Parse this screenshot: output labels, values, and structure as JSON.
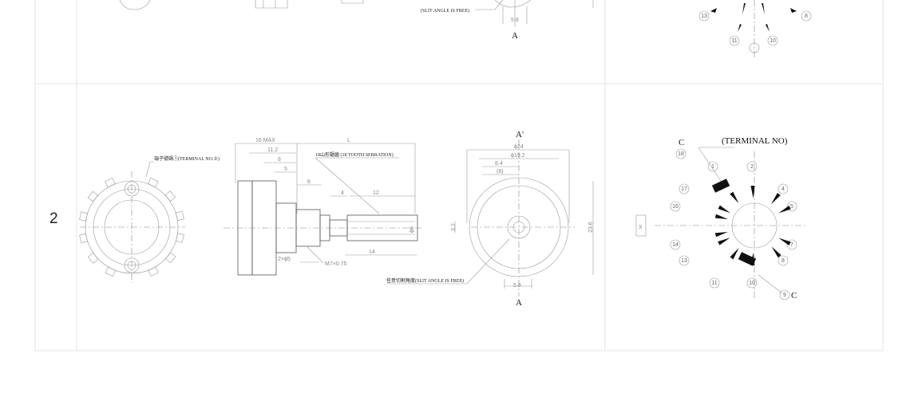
{
  "table": {
    "row_number": "2"
  },
  "top_row": {
    "slit_label": "(SLIT ANGLE IS FREE)",
    "dim_58": "5.8",
    "section_a": "A",
    "terminals": [
      "13",
      "8",
      "11",
      "10"
    ]
  },
  "side_view": {
    "terminal_label": "端子號碼①(TERMINAL NO.①)",
    "serration_label": "18山形鋸齒 (18 TOOTH SERRATION)",
    "dims": {
      "max16": "16 MAX",
      "L": "L",
      "d112": "11.2",
      "d8": "8",
      "d5": "5",
      "d6": "6",
      "d4": "4",
      "d12": "12",
      "d14": "14",
      "d2x": "2×ϕ5",
      "thread": "M7×0.75",
      "shaft": "ϕ6"
    }
  },
  "front_view": {
    "section_top": "A'",
    "section_bottom": "A",
    "slit_label": "任意切割角度(SLIT ANGLE IS FREE)",
    "dims": {
      "d24": "ϕ24",
      "d192": "ϕ19.2",
      "d84": "8.4",
      "d8p": "(8)",
      "d236": "23.6",
      "d32": "3.2",
      "d58": "5.8"
    }
  },
  "terminal_diagram": {
    "title": "(TERMINAL NO)",
    "common_top": "C",
    "common_bottom": "C",
    "x_mark": "X",
    "terminals": [
      "18",
      "1",
      "2",
      "4",
      "5",
      "7",
      "8",
      "10",
      "11",
      "13",
      "14",
      "16",
      "17",
      "9"
    ]
  }
}
